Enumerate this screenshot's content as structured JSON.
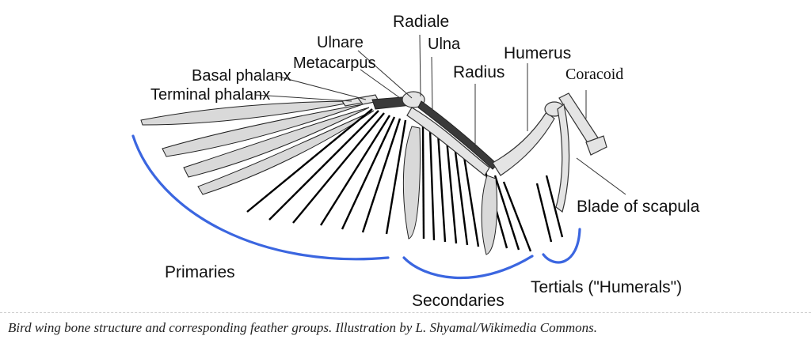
{
  "labels": {
    "radiale": "Radiale",
    "ulnare": "Ulnare",
    "ulna": "Ulna",
    "metacarpus": "Metacarpus",
    "humerus": "Humerus",
    "coracoid": "Coracoid",
    "radius": "Radius",
    "basal_phalanx": "Basal phalanx",
    "terminal_phalanx": "Terminal phalanx",
    "blade_of_scapula": "Blade of scapula",
    "primaries": "Primaries",
    "secondaries": "Secondaries",
    "tertials": "Tertials (\"Humerals\")"
  },
  "caption": "Bird wing bone structure and corresponding feather groups. Illustration by L. Shyamal/Wikimedia Commons.",
  "colors": {
    "brace": "#3b66e0",
    "feather_fill": "#d9d9d9",
    "bone_fill": "#e4e4e4",
    "bone_dark": "#3a3a3a"
  }
}
